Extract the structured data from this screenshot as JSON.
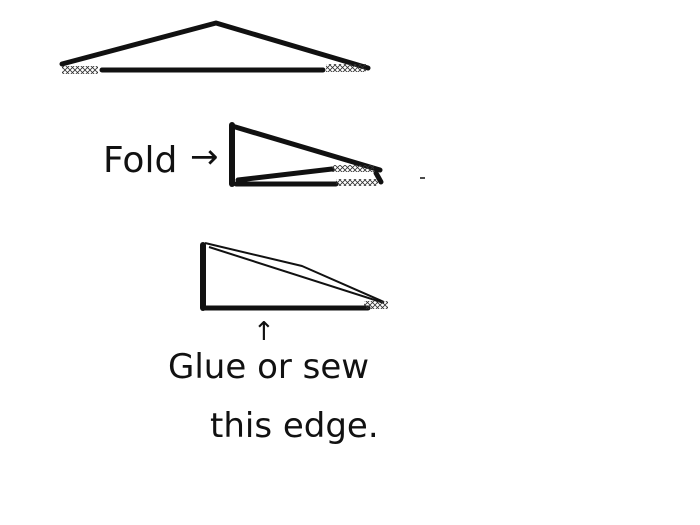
{
  "diagram": {
    "step_1": {},
    "step_2": {
      "label": "Fold",
      "arrow_glyph": "→"
    },
    "step_3": {
      "arrow_glyph": "↑",
      "caption_line_1": "Glue or sew",
      "caption_line_2": "this edge."
    }
  },
  "colors": {
    "ink": "#111111",
    "background": "#ffffff",
    "hatch": "#333333"
  }
}
